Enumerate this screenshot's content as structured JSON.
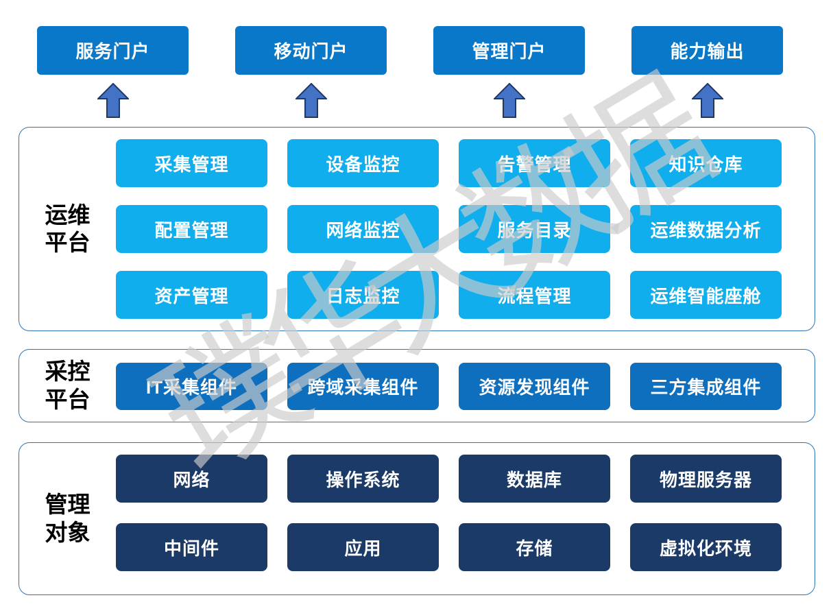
{
  "watermark": {
    "text": "璞华大数据"
  },
  "portals": {
    "items": [
      "服务门户",
      "移动门户",
      "管理门户",
      "能力输出"
    ]
  },
  "sections": {
    "ops": {
      "title_lines": [
        "运维",
        "平台"
      ],
      "modules": [
        "采集管理",
        "设备监控",
        "告警管理",
        "知识仓库",
        "配置管理",
        "网络监控",
        "服务目录",
        "运维数据分析",
        "资产管理",
        "日志监控",
        "流程管理",
        "运维智能座舱"
      ]
    },
    "collect": {
      "title_lines": [
        "采控",
        "平台"
      ],
      "modules": [
        "IT采集组件",
        "跨域采集组件",
        "资源发现组件",
        "三方集成组件"
      ]
    },
    "objects": {
      "title_lines": [
        "管理",
        "对象"
      ],
      "modules": [
        "网络",
        "操作系统",
        "数据库",
        "物理服务器",
        "中间件",
        "应用",
        "存储",
        "虚拟化环境"
      ]
    }
  },
  "colors": {
    "portal_blue": "#0A78C8",
    "ops_blue": "#10AEEC",
    "collect_blue": "#0D6FBE",
    "objects_navy": "#1B3A67",
    "panel_border": "#2E75B6",
    "arrow_fill": "#4472C4",
    "arrow_stroke": "#203864",
    "watermark_gray": "#CBCBCB"
  }
}
